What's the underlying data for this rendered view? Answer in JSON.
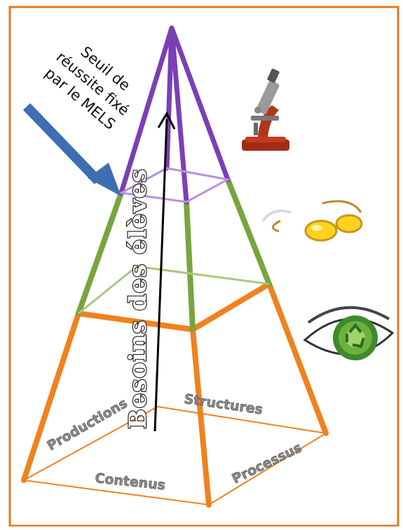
{
  "colors": {
    "frame": "#e07b22",
    "base_tier": "#f0821e",
    "middle_tier": "#7aa43d",
    "top_tier": "#7a3fb5",
    "arrow_blue": "#3e6db4",
    "arrow_black": "#000000"
  },
  "threshold_label": {
    "lines": [
      "Seuil de",
      "réussite fixé",
      "par le MELS"
    ]
  },
  "axis_label": "Besoins des élèves",
  "base_faces": {
    "productions": "Productions",
    "structures": "Structures",
    "processus": "Processus",
    "contenus": "Contenus"
  },
  "icons": [
    "microscope-icon",
    "glasses-icon",
    "eye-recycle-icon"
  ]
}
